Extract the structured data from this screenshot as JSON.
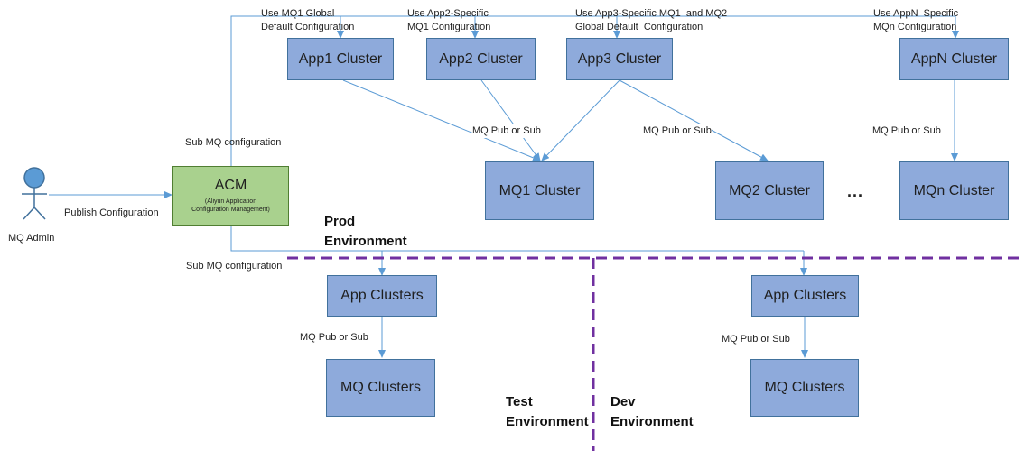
{
  "diagram": {
    "actor": {
      "label": "MQ Admin"
    },
    "acm": {
      "title": "ACM",
      "subtitle": "(Aliyun Application\nConfiguration Management)"
    },
    "prod": {
      "apps": [
        {
          "label": "App1 Cluster",
          "config": "Use MQ1 Global\nDefault Configuration"
        },
        {
          "label": "App2 Cluster",
          "config": "Use App2-Specific\nMQ1 Configuration"
        },
        {
          "label": "App3 Cluster",
          "config": "Use App3-Specific MQ1  and MQ2\nGlobal Default  Configuration"
        },
        {
          "label": "AppN Cluster",
          "config": "Use AppN  Specific\nMQn Configuration"
        }
      ],
      "mqs": [
        "MQ1 Cluster",
        "MQ2 Cluster",
        "MQn Cluster"
      ],
      "ellipsis": "...",
      "environment_label": "Prod\nEnvironment"
    },
    "test": {
      "app_label": "App Clusters",
      "mq_label": "MQ Clusters",
      "environment_label": "Test\nEnvironment"
    },
    "dev": {
      "app_label": "App Clusters",
      "mq_label": "MQ Clusters",
      "environment_label": "Dev\nEnvironment"
    },
    "edge_labels": {
      "publish": "Publish Configuration",
      "sub_top": "Sub MQ configuration",
      "sub_bottom": "Sub MQ configuration",
      "pubsub": "MQ Pub or Sub"
    },
    "colors": {
      "box_fill": "#8eaadb",
      "box_border": "#41719c",
      "acm_fill": "#a9d18e",
      "actor_fill": "#5b9bd5",
      "line": "#5b9bd5",
      "divider": "#7030a0"
    }
  }
}
